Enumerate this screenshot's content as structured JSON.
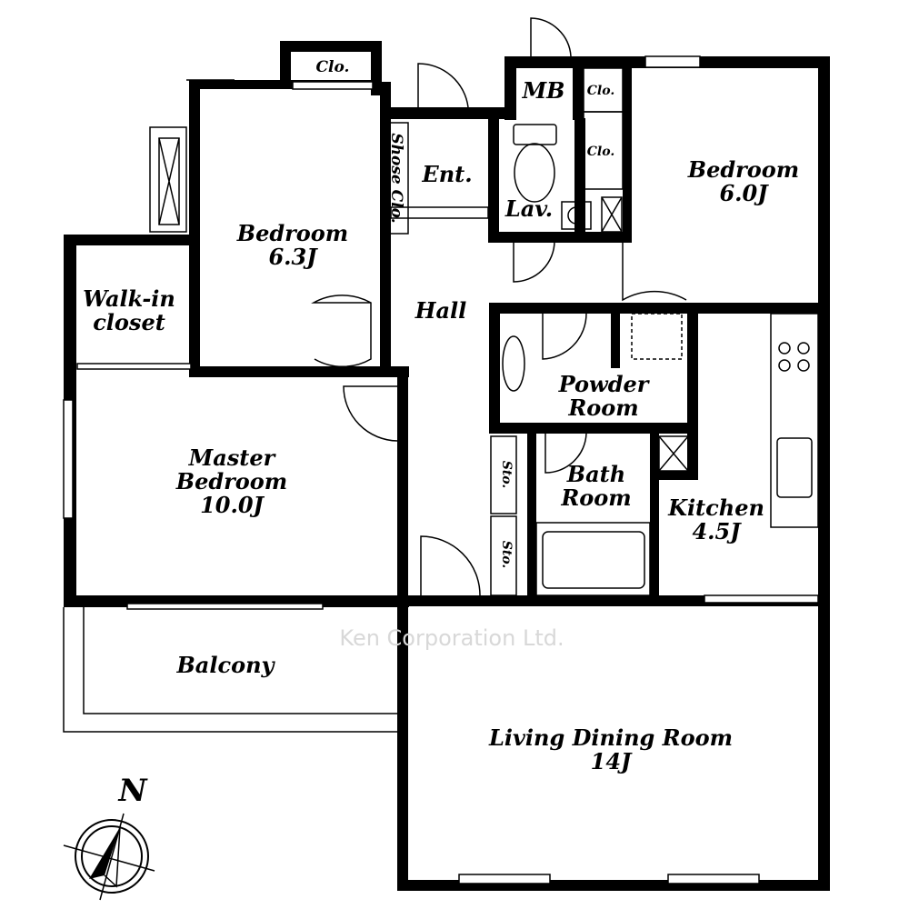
{
  "rooms": {
    "bedroom_left": {
      "name": "Bedroom",
      "size": "6.3J"
    },
    "bedroom_right": {
      "name": "Bedroom",
      "size": "6.0J"
    },
    "master_bedroom": {
      "name": "Master\nBedroom",
      "size": "10.0J"
    },
    "walk_in_closet": "Walk-in\ncloset",
    "hall": "Hall",
    "entrance": "Ent.",
    "shoe_closet": "Shose Clo.",
    "lavatory": "Lav.",
    "meter_box": "MB",
    "closet_top": "Clo.",
    "closet_right_1": "Clo.",
    "closet_right_2": "Clo.",
    "powder_room": "Powder\nRoom",
    "bath_room": "Bath\nRoom",
    "storage_1": "Sto.",
    "storage_2": "Sto.",
    "kitchen": {
      "name": "Kitchen",
      "size": "4.5J"
    },
    "balcony": "Balcony",
    "living_dining": {
      "name": "Living Dining Room",
      "size": "14J"
    }
  },
  "compass": {
    "label": "N"
  },
  "watermark": "Ken Corporation Ltd."
}
